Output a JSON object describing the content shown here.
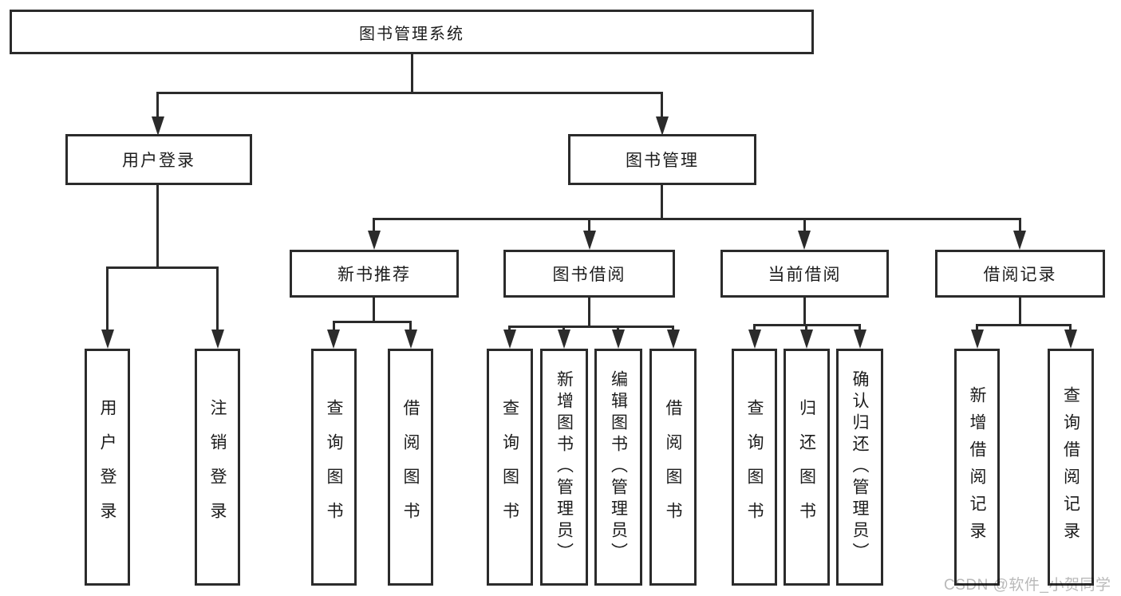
{
  "colors": {
    "line": "#2b2b2b",
    "text": "#1c1c1c",
    "background": "#ffffff",
    "watermark": "#b9b9b9"
  },
  "watermark": {
    "text": "CSDN @软件_小贺同学"
  },
  "tree": {
    "root": {
      "label": "图书管理系统",
      "children": [
        {
          "label": "用户登录",
          "children": [
            {
              "label": "用户登录"
            },
            {
              "label": "注销登录"
            }
          ]
        },
        {
          "label": "图书管理",
          "children": [
            {
              "label": "新书推荐",
              "children": [
                {
                  "label": "查询图书"
                },
                {
                  "label": "借阅图书"
                }
              ]
            },
            {
              "label": "图书借阅",
              "children": [
                {
                  "label": "查询图书"
                },
                {
                  "label": "新增图书（管理员）"
                },
                {
                  "label": "编辑图书（管理员）"
                },
                {
                  "label": "借阅图书"
                }
              ]
            },
            {
              "label": "当前借阅",
              "children": [
                {
                  "label": "查询图书"
                },
                {
                  "label": "归还图书"
                },
                {
                  "label": "确认归还（管理员）"
                }
              ]
            },
            {
              "label": "借阅记录",
              "children": [
                {
                  "label": "新增借阅记录"
                },
                {
                  "label": "查询借阅记录"
                }
              ]
            }
          ]
        }
      ]
    }
  }
}
